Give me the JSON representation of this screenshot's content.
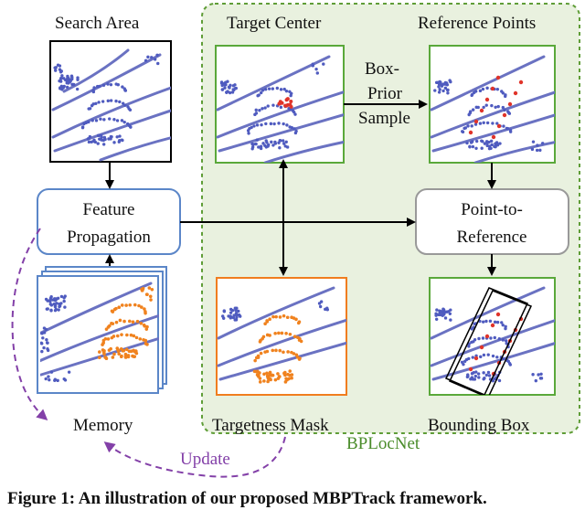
{
  "labels": {
    "search_area": "Search Area",
    "target_center": "Target Center",
    "reference_points": "Reference Points",
    "box_prior": [
      "Box-",
      "Prior",
      "Sample"
    ],
    "feature_propagation": [
      "Feature",
      "Propagation"
    ],
    "point_to_reference": [
      "Point-to-",
      "Reference"
    ],
    "memory": "Memory",
    "targetness_mask": "Targetness Mask",
    "bounding_box": "Bounding Box",
    "update": "Update",
    "bplocnet": "BPLocNet"
  },
  "caption": "Figure 1: An illustration of our proposed MBPTrack framework.",
  "colors": {
    "bplocnet_fill": "#e9f1df",
    "bplocnet_border": "#5f9d37",
    "frame_black": "#000000",
    "frame_green": "#5aa83a",
    "frame_blue": "#5b86c8",
    "frame_orange": "#f07d1f",
    "points_blue": "#4f5bbf",
    "points_orange": "#f0821e",
    "points_red": "#e0342a",
    "update_purple": "#8340a8",
    "label_green": "#4a8c2a"
  }
}
